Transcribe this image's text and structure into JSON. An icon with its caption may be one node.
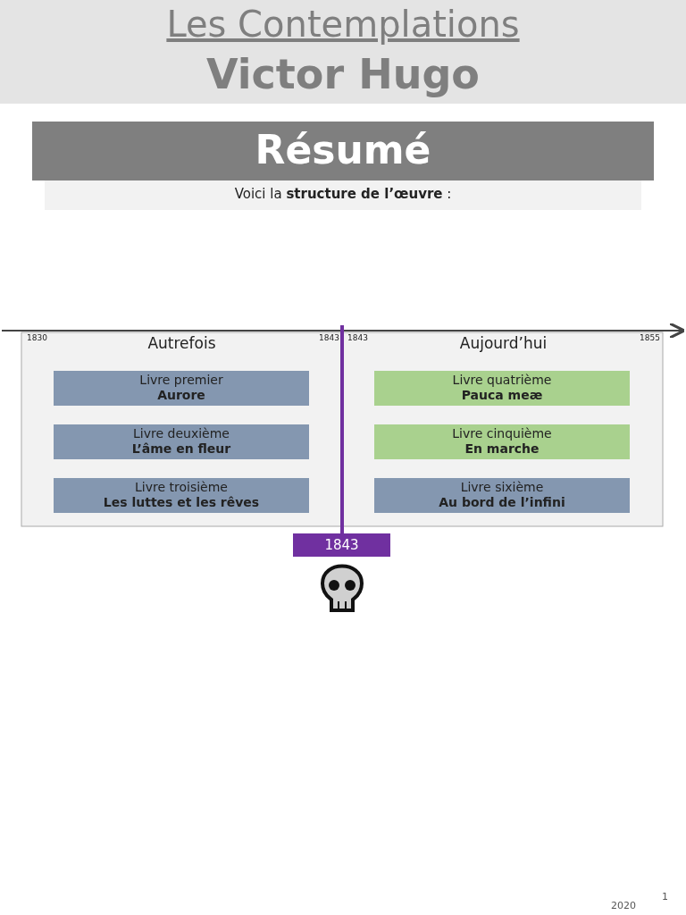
{
  "diagram": {
    "title": "Les Contemplations",
    "nodes": [
      {
        "text": [
          "Autrefois"
        ]
      },
      {
        "text": [
          "Aujourd’hui"
        ]
      },
      {
        "text": [
          "Livre premier",
          "Aurore"
        ],
        "in": 0
      },
      {
        "text": [
          "Livre deuxième",
          "L’âme en fleur"
        ],
        "in": 0
      },
      {
        "text": [
          "Livre troisième",
          "Les luttes et les rêves"
        ],
        "in": 0
      },
      {
        "text": [
          "Livre quatrième",
          "Pauca meæ"
        ],
        "in": 1
      },
      {
        "text": [
          "Livre cinquième",
          "En marche"
        ],
        "in": 1
      },
      {
        "text": [
          "Livre sixième",
          "Au bord de l’infini"
        ],
        "in": 1
      },
      {
        "text": [
          "1843"
        ]
      }
    ],
    "edges": [],
    "labels": [
      "Victor Hugo",
      "Résumé",
      "Voici la **structure de l’œuvre** :",
      "1830",
      "1843",
      "1843",
      "1855",
      "1",
      "2020"
    ]
  }
}
